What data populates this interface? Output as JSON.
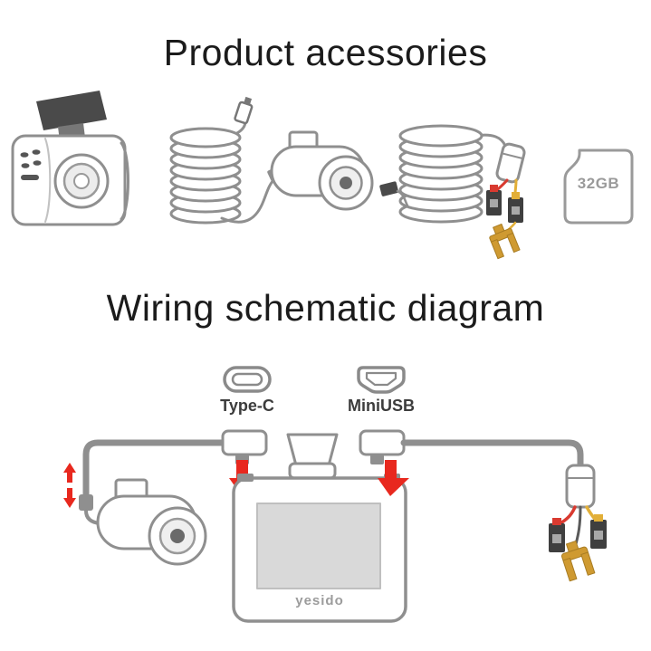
{
  "titles": {
    "accessories": "Product acessories",
    "wiring": "Wiring schematic diagram"
  },
  "labels": {
    "type_c": "Type-C",
    "mini_usb": "MiniUSB",
    "sd_capacity": "32GB",
    "brand": "yesido"
  },
  "colors": {
    "outline": "#8f8f8f",
    "dark_fill": "#4a4a4a",
    "arrow_red": "#e8281e",
    "wire_red": "#d93a30",
    "wire_yellow": "#e2af38",
    "terminal_brass": "#cf9a31",
    "screen_fill": "#d9d9d9"
  },
  "illustrations": {
    "accessories_row": [
      "dashcam-with-windshield-mount",
      "coiled-cable-with-rear-camera",
      "hardwire-kit-cable",
      "micro-sd-card-32gb"
    ],
    "wiring_parts": [
      "type-c-connector",
      "mini-usb-connector",
      "rear-camera",
      "dashcam-front",
      "hardwire-kit-with-fuse-taps-and-ground-fork"
    ]
  }
}
